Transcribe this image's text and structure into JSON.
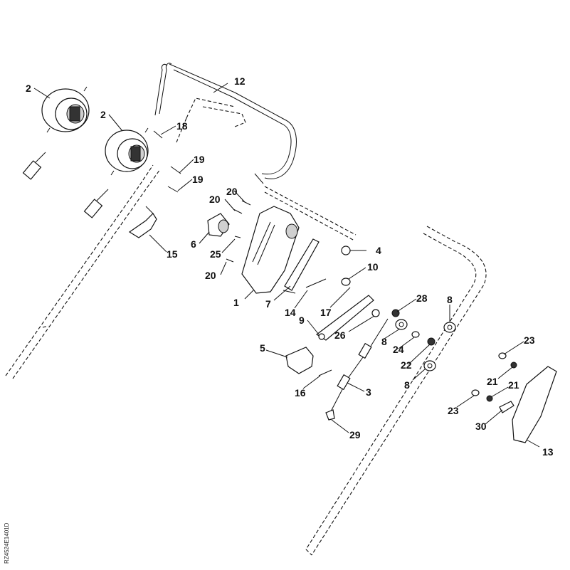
{
  "diagram": {
    "doc_reference": "RZ4524E1401D",
    "callouts": [
      {
        "id": "c1",
        "text": "1"
      },
      {
        "id": "c2a",
        "text": "2"
      },
      {
        "id": "c2b",
        "text": "2"
      },
      {
        "id": "c3",
        "text": "3"
      },
      {
        "id": "c4",
        "text": "4"
      },
      {
        "id": "c5",
        "text": "5"
      },
      {
        "id": "c6",
        "text": "6"
      },
      {
        "id": "c7",
        "text": "7"
      },
      {
        "id": "c8a",
        "text": "8"
      },
      {
        "id": "c8b",
        "text": "8"
      },
      {
        "id": "c8c",
        "text": "8"
      },
      {
        "id": "c9",
        "text": "9"
      },
      {
        "id": "c10",
        "text": "10"
      },
      {
        "id": "c12",
        "text": "12"
      },
      {
        "id": "c13",
        "text": "13"
      },
      {
        "id": "c14",
        "text": "14"
      },
      {
        "id": "c15",
        "text": "15"
      },
      {
        "id": "c16",
        "text": "16"
      },
      {
        "id": "c17",
        "text": "17"
      },
      {
        "id": "c18",
        "text": "18"
      },
      {
        "id": "c19a",
        "text": "19"
      },
      {
        "id": "c19b",
        "text": "19"
      },
      {
        "id": "c20a",
        "text": "20"
      },
      {
        "id": "c20b",
        "text": "20"
      },
      {
        "id": "c20c",
        "text": "20"
      },
      {
        "id": "c21a",
        "text": "21"
      },
      {
        "id": "c21b",
        "text": "21"
      },
      {
        "id": "c22",
        "text": "22"
      },
      {
        "id": "c23a",
        "text": "23"
      },
      {
        "id": "c23b",
        "text": "23"
      },
      {
        "id": "c24",
        "text": "24"
      },
      {
        "id": "c25",
        "text": "25"
      },
      {
        "id": "c26",
        "text": "26"
      },
      {
        "id": "c28",
        "text": "28"
      },
      {
        "id": "c29",
        "text": "29"
      },
      {
        "id": "c30",
        "text": "30"
      }
    ]
  }
}
